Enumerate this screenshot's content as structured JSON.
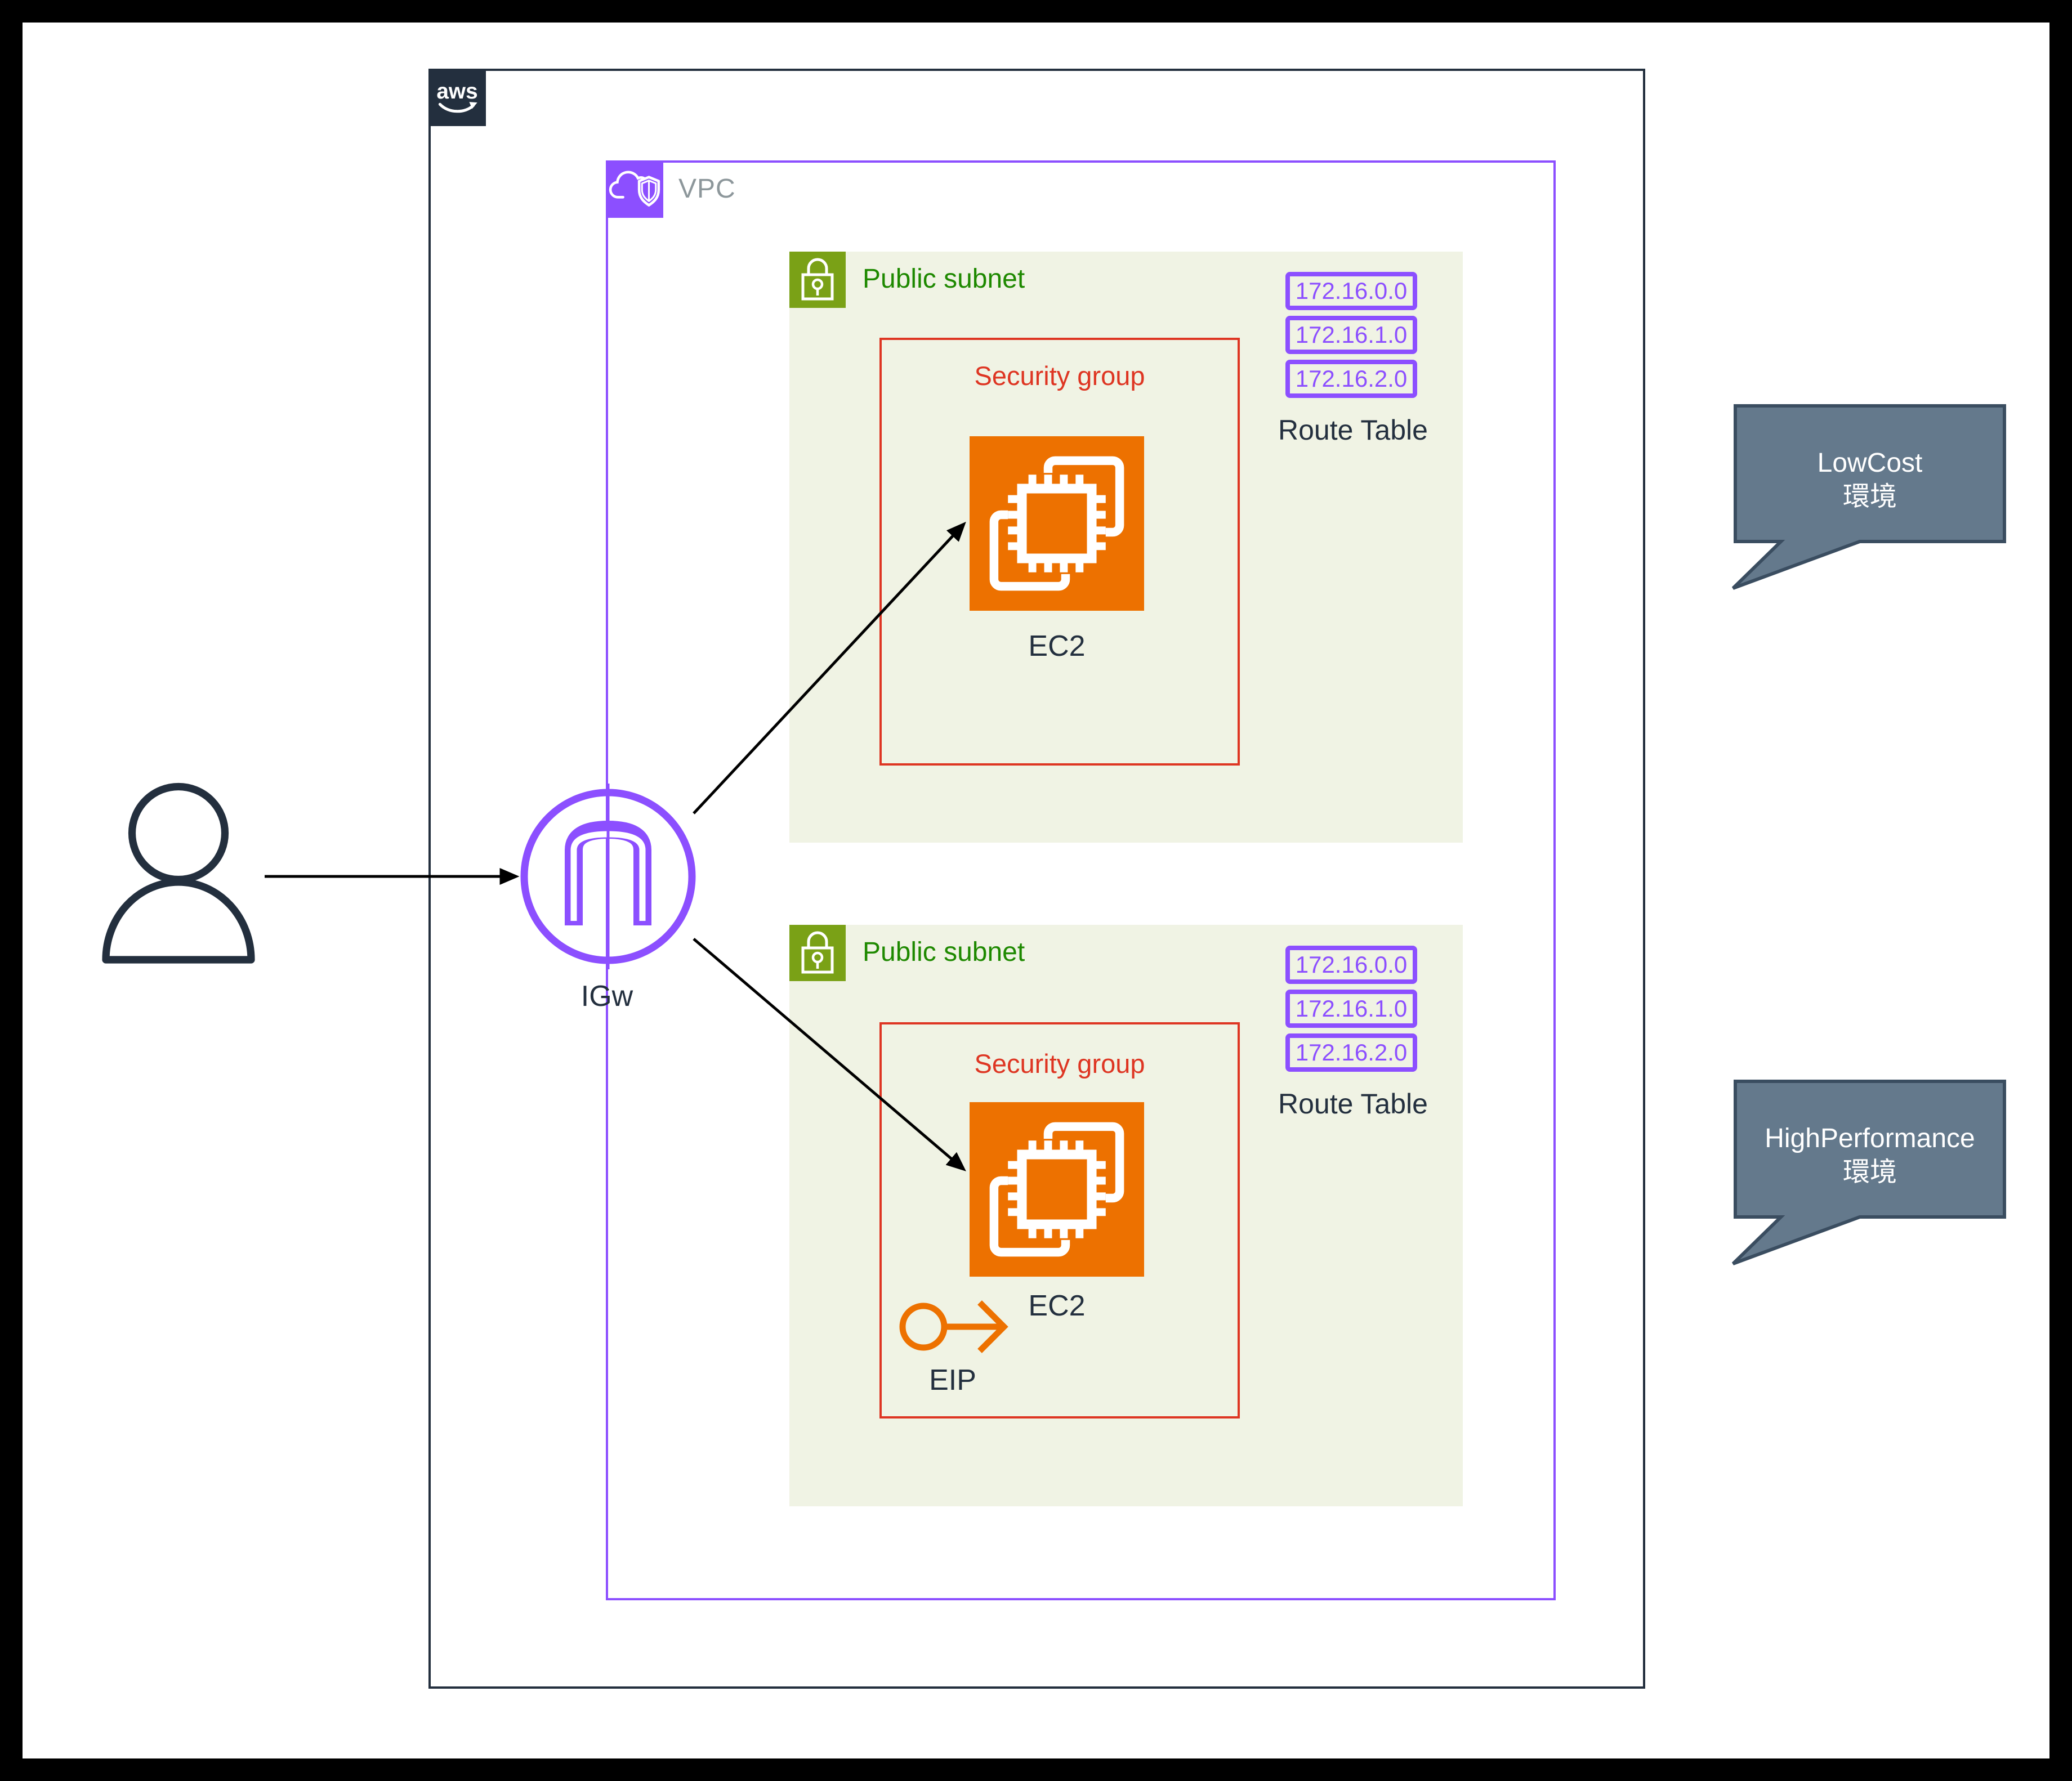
{
  "aws_cloud": {
    "logo_text": "aws"
  },
  "vpc": {
    "label": "VPC"
  },
  "igw": {
    "label": "IGw"
  },
  "subnet_top": {
    "label": "Public subnet",
    "security_group_label": "Security group",
    "ec2_label": "EC2",
    "route_table": {
      "label": "Route Table",
      "entries": [
        "172.16.0.0",
        "172.16.1.0",
        "172.16.2.0"
      ]
    }
  },
  "subnet_bottom": {
    "label": "Public subnet",
    "security_group_label": "Security group",
    "ec2_label": "EC2",
    "eip_label": "EIP",
    "route_table": {
      "label": "Route Table",
      "entries": [
        "172.16.0.0",
        "172.16.1.0",
        "172.16.2.0"
      ]
    }
  },
  "callouts": [
    {
      "line1": "LowCost",
      "line2": "環境"
    },
    {
      "line1": "HighPerformance",
      "line2": "環境"
    }
  ],
  "colors": {
    "aws_dark": "#232F3E",
    "vpc_purple": "#8C4FFF",
    "subnet_green_icon": "#7AA116",
    "subnet_green_text": "#1E8900",
    "subnet_bg": "#F0F3E4",
    "security_red": "#DE3522",
    "compute_orange": "#ED7100",
    "callout_fill": "#64798C",
    "callout_border": "#3A4D60",
    "arrow_black": "#000000"
  }
}
